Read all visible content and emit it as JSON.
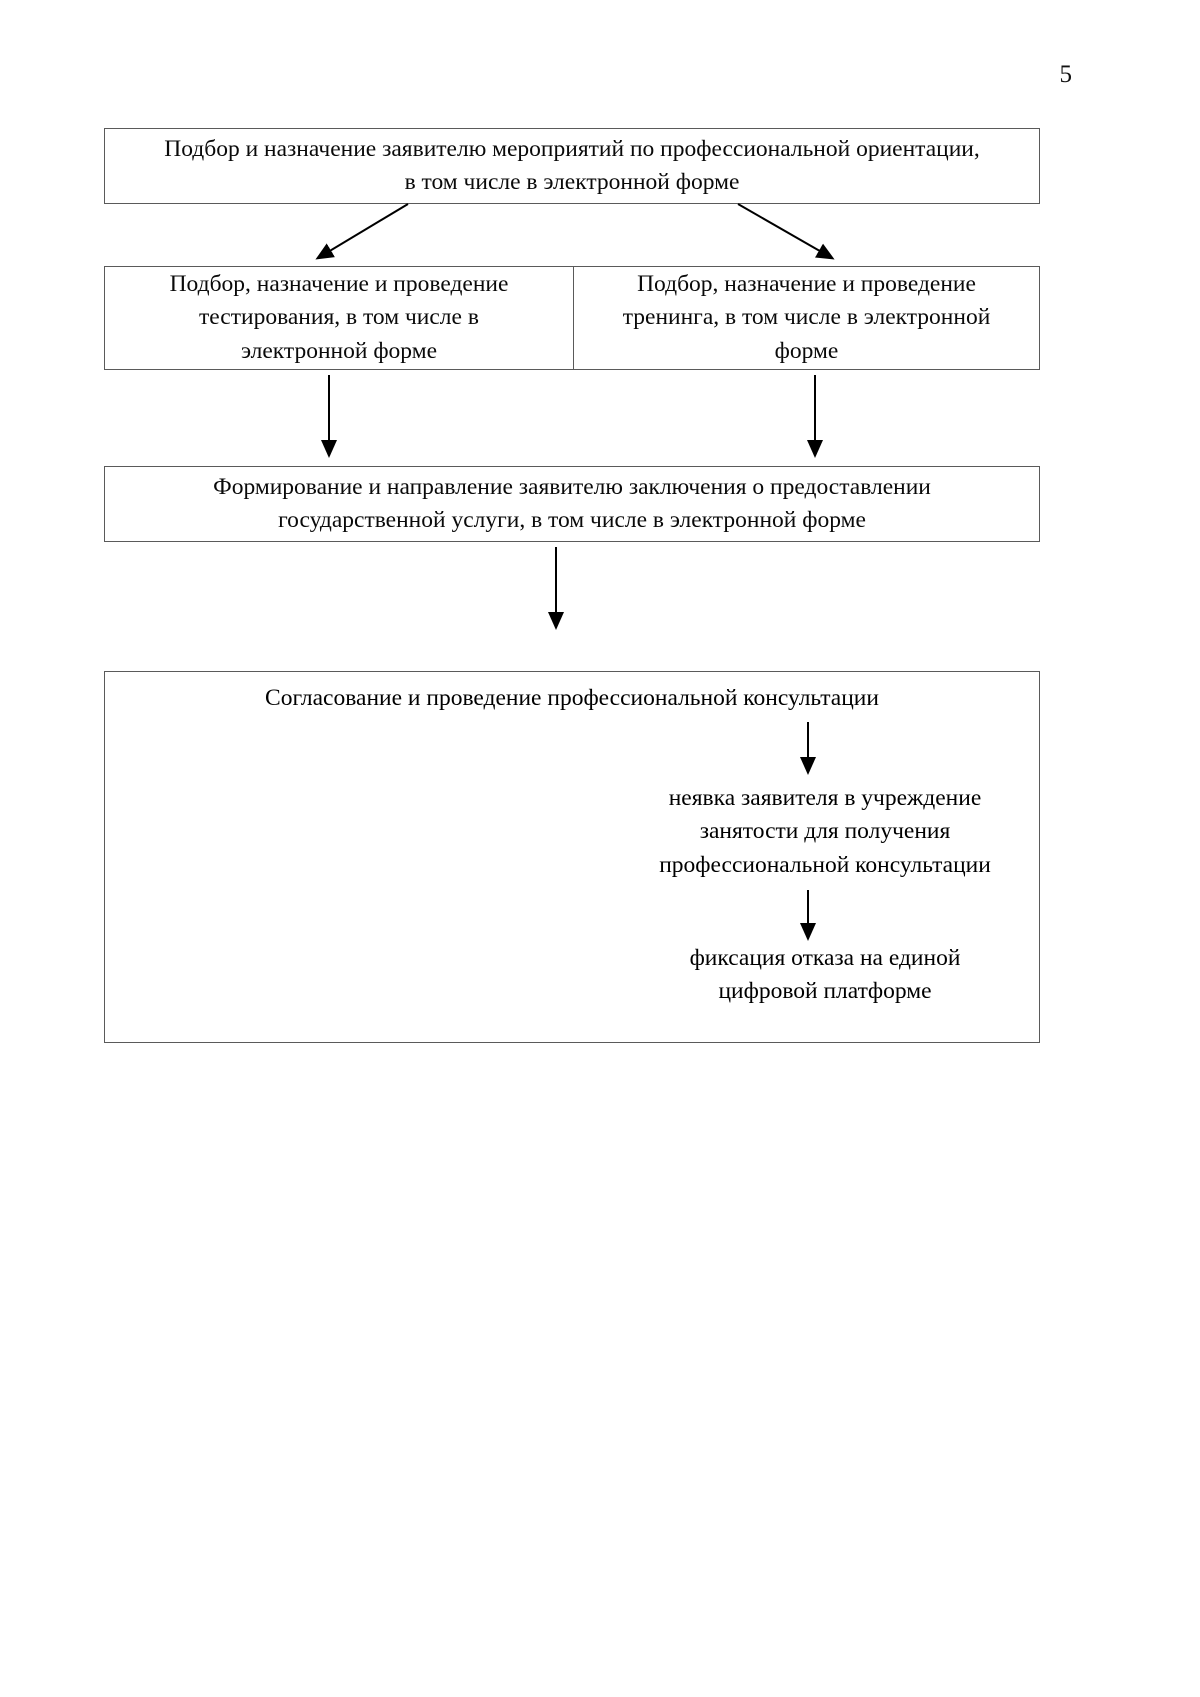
{
  "document": {
    "page_number": "5",
    "type": "process-flowchart"
  },
  "flowchart": {
    "boxes": [
      {
        "id": "intake",
        "name": "box-intake",
        "lines": [
          "Подбор и назначение заявителю мероприятий по профессиональной ориентации,",
          "в том числе в электронной форме"
        ],
        "text": "Подбор и назначение заявителю мероприятий по профессиональной ориентации, в том числе в электронной форме"
      },
      {
        "id": "testing",
        "name": "box-testing",
        "lines": [
          "Подбор, назначение и проведение",
          "тестирования, в том числе в",
          "электронной форме"
        ],
        "text": "Подбор, назначение и проведение тестирования, в том числе в электронной форме"
      },
      {
        "id": "training",
        "name": "box-training",
        "lines": [
          "Подбор, назначение и проведение",
          "тренинга, в том числе в электронной",
          "форме"
        ],
        "text": "Подбор, назначение и проведение тренинга, в том числе в электронной форме"
      },
      {
        "id": "conclusion",
        "name": "box-conclusion",
        "lines": [
          "Формирование и направление заявителю заключения о предоставлении",
          "государственной услуги, в том числе в электронной форме"
        ],
        "text": "Формирование и направление заявителю заключения о предоставлении государственной услуги, в том числе в электронной форме"
      },
      {
        "id": "consultation",
        "name": "box-consultation",
        "title": "Согласование и проведение профессиональной консультации",
        "inner": [
          {
            "id": "no-show",
            "lines": [
              "неявка заявителя в учреждение",
              "занятости для получения",
              "профессиональной консультации"
            ],
            "text": "неявка заявителя в учреждение занятости для получения профессиональной консультации"
          },
          {
            "id": "refusal-record",
            "lines": [
              "фиксация отказа на единой",
              "цифровой платформе"
            ],
            "text": "фиксация отказа на единой цифровой платформе"
          }
        ]
      }
    ],
    "connectors": [
      {
        "id": "intake-to-testing",
        "from": "intake",
        "to": "testing",
        "style": "diagonal-arrow"
      },
      {
        "id": "intake-to-training",
        "from": "intake",
        "to": "training",
        "style": "diagonal-arrow"
      },
      {
        "id": "testing-to-conclusion",
        "from": "testing",
        "to": "conclusion",
        "style": "vertical-arrow"
      },
      {
        "id": "training-to-conclusion",
        "from": "training",
        "to": "conclusion",
        "style": "vertical-arrow"
      },
      {
        "id": "conclusion-to-consultation",
        "from": "conclusion",
        "to": "consultation",
        "style": "vertical-arrow"
      },
      {
        "id": "consultation-to-no-show",
        "from": "consultation-title",
        "to": "no-show",
        "style": "vertical-arrow"
      },
      {
        "id": "no-show-to-refusal",
        "from": "no-show",
        "to": "refusal-record",
        "style": "vertical-arrow"
      }
    ]
  },
  "colors": {
    "text": "#0a0a0a",
    "box_border": "#5a5a5a",
    "divider": "#2a2a2a",
    "arrow": "#000000",
    "background": "#ffffff"
  }
}
